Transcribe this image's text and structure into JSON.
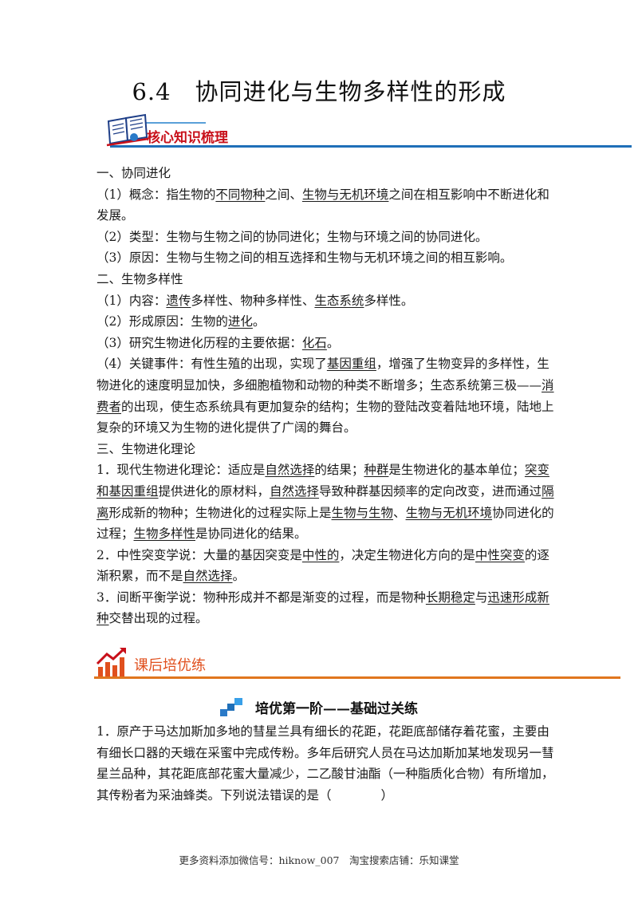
{
  "title": "6.4　协同进化与生物多样性的形成",
  "section1": {
    "label": "核心知识梳理"
  },
  "lines": [
    [
      {
        "t": "一、协同进化"
      }
    ],
    [
      {
        "t": "（1）概念：指生物的"
      },
      {
        "t": "不同物种",
        "u": true
      },
      {
        "t": "之间、"
      },
      {
        "t": "生物与无机环境",
        "u": true
      },
      {
        "t": "之间在相互影响中不断进化和发展。"
      }
    ],
    [
      {
        "t": "（2）类型：生物与生物之间的协同进化；生物与环境之间的协同进化。"
      }
    ],
    [
      {
        "t": "（3）原因：生物与生物之间的相互选择和生物与无机环境之间的相互影响。"
      }
    ],
    [
      {
        "t": "二、生物多样性"
      }
    ],
    [
      {
        "t": "（1）内容："
      },
      {
        "t": "遗传",
        "u": true
      },
      {
        "t": "多样性、物种多样性、"
      },
      {
        "t": "生态系统",
        "u": true
      },
      {
        "t": "多样性。"
      }
    ],
    [
      {
        "t": "（2）形成原因：生物的"
      },
      {
        "t": "进化",
        "u": true
      },
      {
        "t": "。"
      }
    ],
    [
      {
        "t": "（3）研究生物进化历程的主要依据："
      },
      {
        "t": "化石",
        "u": true
      },
      {
        "t": "。"
      }
    ],
    [
      {
        "t": "（4）关键事件：有性生殖的出现，实现了"
      },
      {
        "t": "基因重组",
        "u": true
      },
      {
        "t": "，增强了生物变异的多样性，生物进化的速度明显加快，多细胞植物和动物的种类不断增多；生态系统第三极——"
      },
      {
        "t": "消费者",
        "u": true
      },
      {
        "t": "的出现，使生态系统具有更加复杂的结构；生物的登陆改变着陆地环境，陆地上复杂的环境又为生物的进化提供了广阔的舞台。"
      }
    ],
    [
      {
        "t": "三、生物进化理论"
      }
    ],
    [
      {
        "t": "1．现代生物进化理论：适应是"
      },
      {
        "t": "自然选择",
        "u": true
      },
      {
        "t": "的结果；"
      },
      {
        "t": "种群",
        "u": true
      },
      {
        "t": "是生物进化的基本单位；"
      },
      {
        "t": "突变和基因重组",
        "u": true
      },
      {
        "t": "提供进化的原材料，"
      },
      {
        "t": "自然选择",
        "u": true
      },
      {
        "t": "导致种群基因频率的定向改变，进而通过"
      },
      {
        "t": "隔离",
        "u": true
      },
      {
        "t": "形成新的物种；生物进化的过程实际上是"
      },
      {
        "t": "生物与生物",
        "u": true
      },
      {
        "t": "、"
      },
      {
        "t": "生物与无机环境",
        "u": true
      },
      {
        "t": "协同进化的过程；"
      },
      {
        "t": "生物多样性",
        "u": true
      },
      {
        "t": "是协同进化的结果。"
      }
    ],
    [
      {
        "t": "2．中性突变学说：大量的基因突变是"
      },
      {
        "t": "中性的",
        "u": true
      },
      {
        "t": "，决定生物进化方向的是"
      },
      {
        "t": "中性突变",
        "u": true
      },
      {
        "t": "的逐渐积累，而不是"
      },
      {
        "t": "自然选择",
        "u": true
      },
      {
        "t": "。"
      }
    ],
    [
      {
        "t": "3．间断平衡学说：物种形成并不都是渐变的过程，而是物种"
      },
      {
        "t": "长期稳定",
        "u": true
      },
      {
        "t": "与"
      },
      {
        "t": "迅速形成新种",
        "u": true
      },
      {
        "t": "交替出现的过程。"
      }
    ]
  ],
  "section2": {
    "label": "课后培优练"
  },
  "subsection": {
    "label": "培优第一阶——基础过关练"
  },
  "question1": "1．原产于马达加斯加多地的彗星兰具有细长的花距，花距底部储存着花蜜，主要由有细长口器的天蛾在采蜜中完成传粉。多年后研究人员在马达加斯加某地发现另一彗星兰品种，其花距底部花蜜大量减少，二乙酸甘油酯（一种脂质化合物）有所增加，其传粉者为采油蜂类。下列说法错误的是（　　　　）",
  "footer": "更多资料添加微信号：hiknow_007　淘宝搜索店铺：乐知课堂",
  "colors": {
    "blue_rule": "#1f6fb8",
    "red_heading": "#c8101a",
    "orange_rule": "#e0761e",
    "orange_heading": "#e0501e"
  },
  "icons": [
    "open-book-icon",
    "growth-chart-icon",
    "stairs-icon"
  ]
}
